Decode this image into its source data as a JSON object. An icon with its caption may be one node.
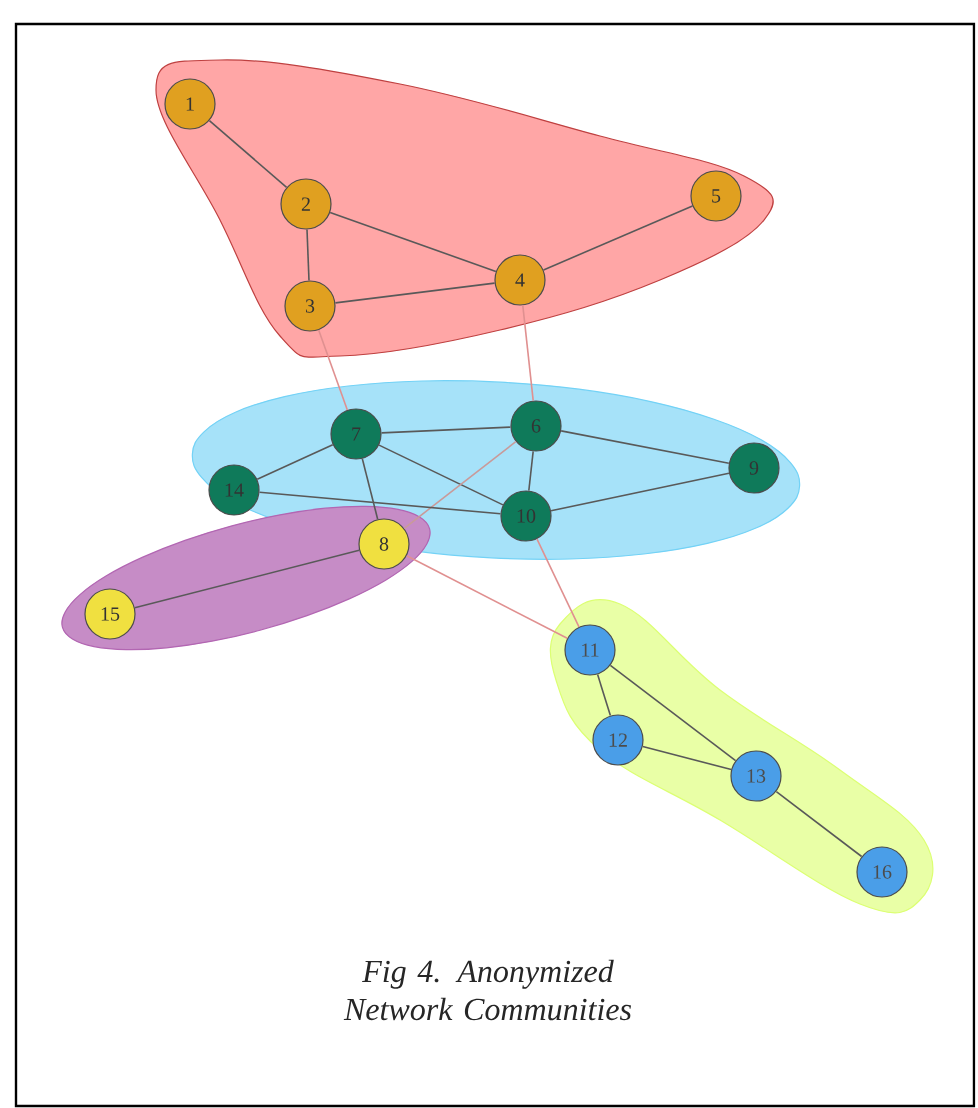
{
  "diagram": {
    "caption": "Fig 4. Anonymized Network Communities",
    "nodes": [
      {
        "text": [
          "1"
        ]
      },
      {
        "text": [
          "2"
        ]
      },
      {
        "text": [
          "3"
        ]
      },
      {
        "text": [
          "4"
        ]
      },
      {
        "text": [
          "5"
        ]
      },
      {
        "text": [
          "7"
        ]
      },
      {
        "text": [
          "6"
        ]
      },
      {
        "text": [
          "9"
        ]
      },
      {
        "text": [
          "14"
        ]
      },
      {
        "text": [
          "10"
        ]
      },
      {
        "text": [
          "8"
        ]
      },
      {
        "text": [
          "15"
        ]
      },
      {
        "text": [
          "11"
        ]
      },
      {
        "text": [
          "12"
        ]
      },
      {
        "text": [
          "13"
        ]
      },
      {
        "text": [
          "16"
        ]
      }
    ],
    "edges": [
      {
        "from": 0,
        "to": 1,
        "arrow": "none"
      },
      {
        "from": 1,
        "to": 2,
        "arrow": "none"
      },
      {
        "from": 1,
        "to": 3,
        "arrow": "none"
      },
      {
        "from": 2,
        "to": 3,
        "arrow": "none"
      },
      {
        "from": 3,
        "to": 4,
        "arrow": "none"
      },
      {
        "from": 2,
        "to": 5,
        "arrow": "none",
        "color": "#e09090"
      },
      {
        "from": 3,
        "to": 6,
        "arrow": "none",
        "color": "#e09090"
      },
      {
        "from": 5,
        "to": 6,
        "arrow": "none"
      },
      {
        "from": 5,
        "to": 8,
        "arrow": "none"
      },
      {
        "from": 5,
        "to": 9,
        "arrow": "none"
      },
      {
        "from": 5,
        "to": 10,
        "arrow": "none"
      },
      {
        "from": 6,
        "to": 9,
        "arrow": "none"
      },
      {
        "from": 6,
        "to": 7,
        "arrow": "none"
      },
      {
        "from": 6,
        "to": 10,
        "arrow": "none",
        "color": "#c99a9a"
      },
      {
        "from": 8,
        "to": 9,
        "arrow": "none"
      },
      {
        "from": 9,
        "to": 7,
        "arrow": "none"
      },
      {
        "from": 9,
        "to": 12,
        "arrow": "none",
        "color": "#e09090"
      },
      {
        "from": 10,
        "to": 11,
        "arrow": "none"
      },
      {
        "from": 10,
        "to": 12,
        "arrow": "none",
        "color": "#e09090"
      },
      {
        "from": 12,
        "to": 13,
        "arrow": "none"
      },
      {
        "from": 12,
        "to": 14,
        "arrow": "none"
      },
      {
        "from": 13,
        "to": 14,
        "arrow": "none"
      },
      {
        "from": 14,
        "to": 15,
        "arrow": "none"
      }
    ]
  }
}
